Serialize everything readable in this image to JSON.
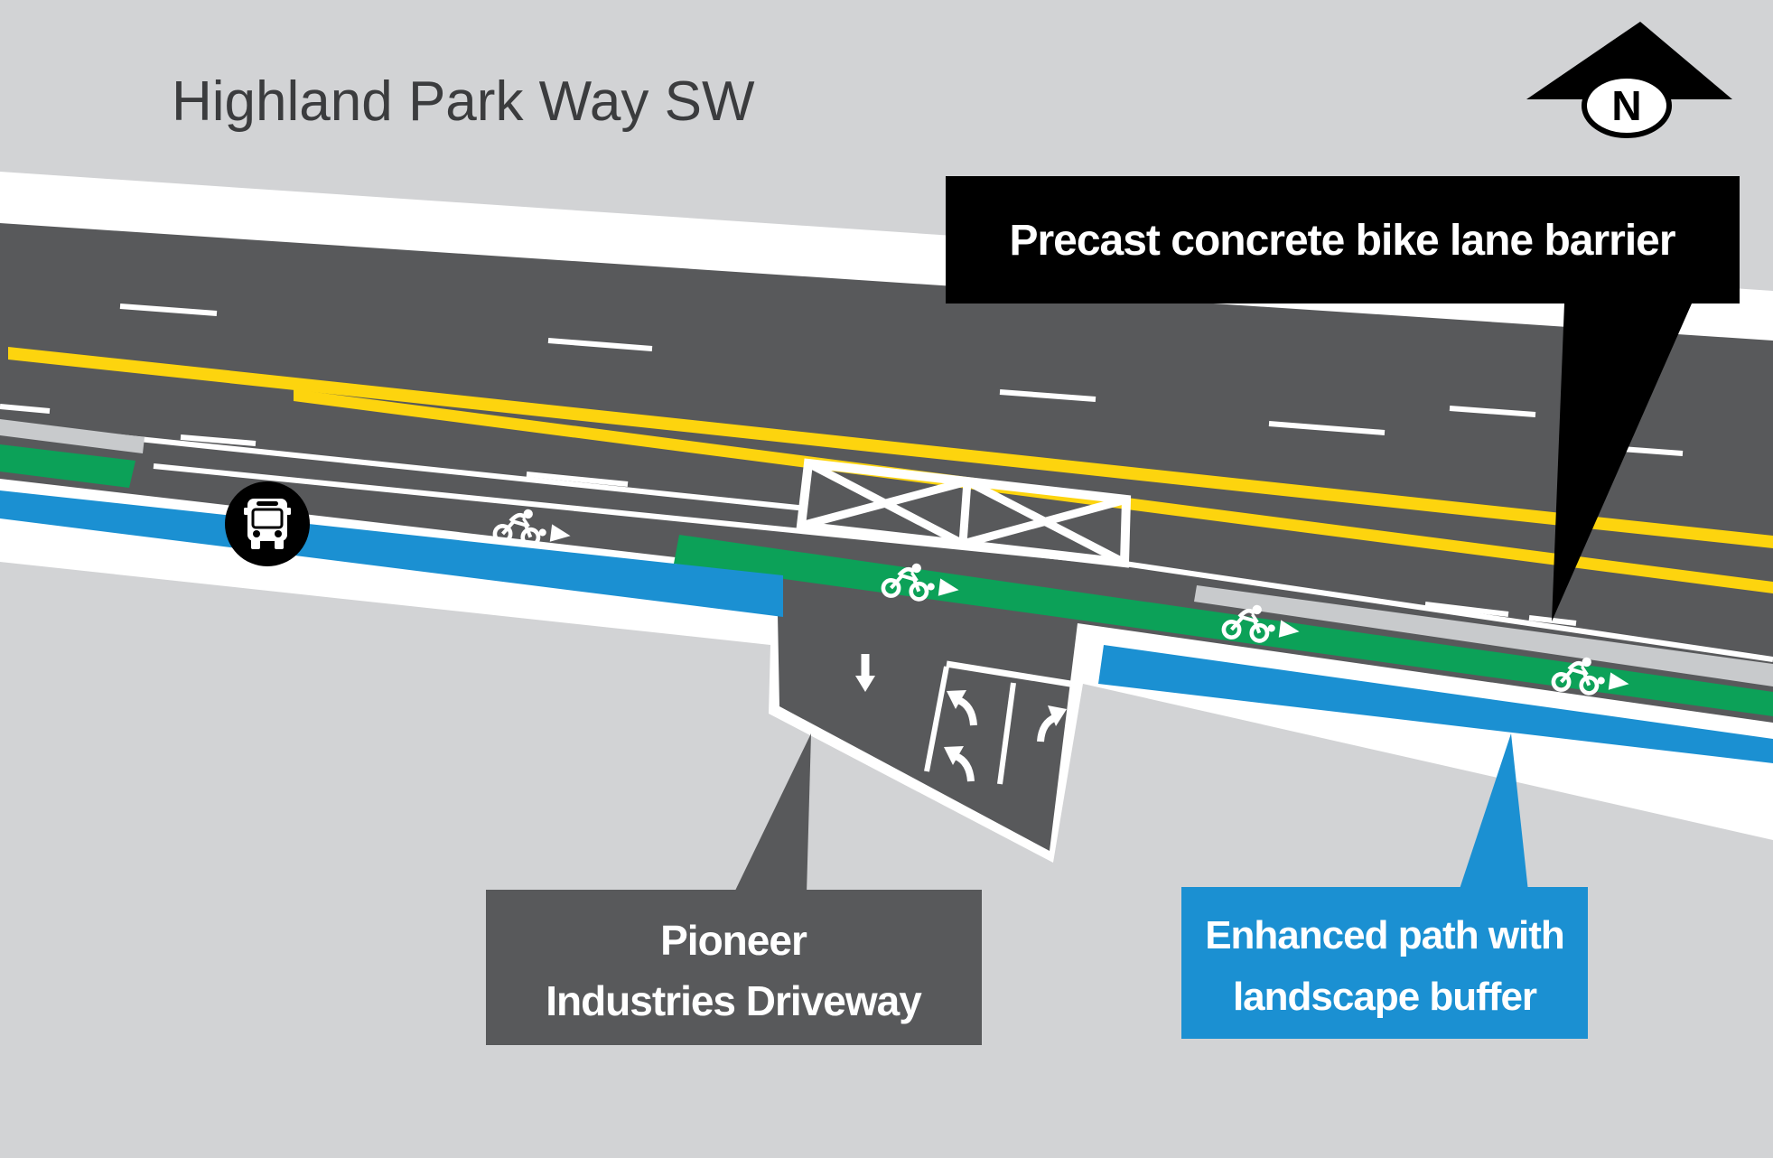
{
  "title": "Highland Park Way SW",
  "north": {
    "label": "N"
  },
  "callouts": {
    "barrier": {
      "label": "Precast concrete bike lane barrier"
    },
    "driveway": {
      "line1": "Pioneer",
      "line2": "Industries Driveway"
    },
    "path": {
      "line1": "Enhanced path with",
      "line2": "landscape buffer"
    }
  },
  "icons": {
    "north_arrow": "north-arrow",
    "bus": "bus-front",
    "bike_marker": "bicycle-rider-with-arrow",
    "down_arrow": "down-arrow",
    "left_turn": "left-turn-arrow",
    "right_turn": "right-turn-arrow"
  },
  "colors": {
    "background": "#d2d3d5",
    "band_white": "#ffffff",
    "road": "#58595b",
    "marking": "#ffffff",
    "yellow": "#fdd40e",
    "green": "#0ca158",
    "blue": "#1b90d2",
    "barrier_gray": "#c8cacc",
    "callout_dark": "#58595b",
    "callout_black": "#000000",
    "text_light": "#ffffff",
    "title_color": "#3b3c3e",
    "icon_black": "#000000"
  }
}
